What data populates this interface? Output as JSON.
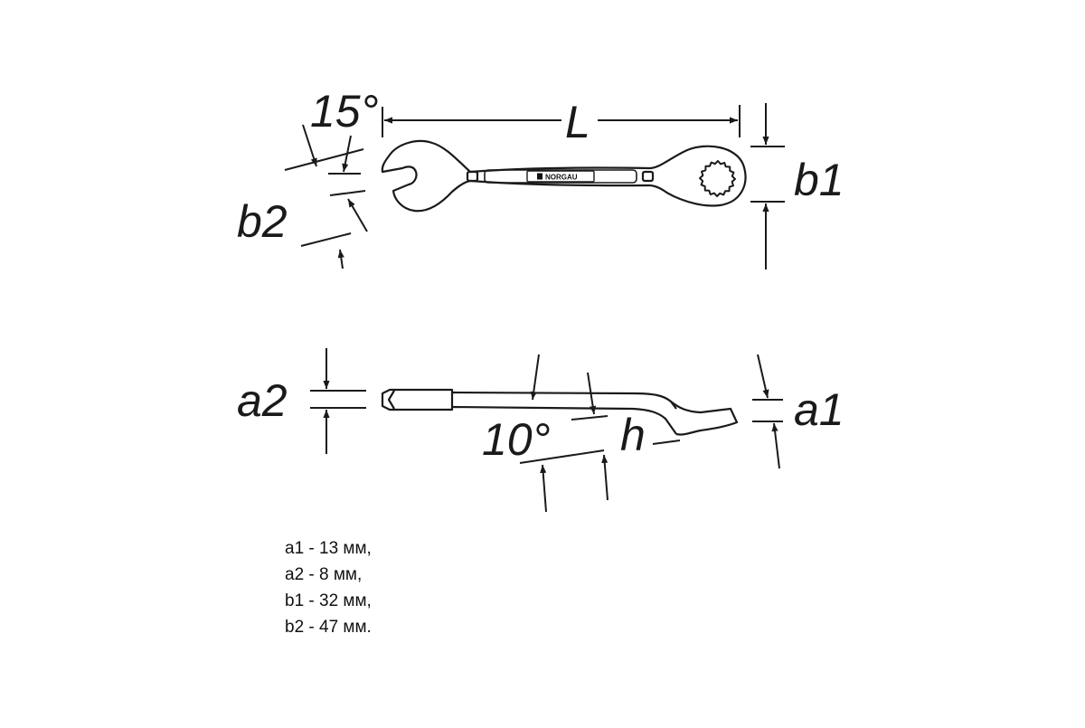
{
  "labels": {
    "L": "L",
    "angle_top": "15°",
    "b1": "b1",
    "b2": "b2",
    "a1": "a1",
    "a2": "a2",
    "angle_bottom": "10°",
    "h": "h"
  },
  "logo": {
    "text": "NORGAU"
  },
  "specs": [
    "a1 - 13 мм,",
    "a2 - 8 мм,",
    "b1 - 32 мм,",
    "b2 - 47 мм."
  ]
}
